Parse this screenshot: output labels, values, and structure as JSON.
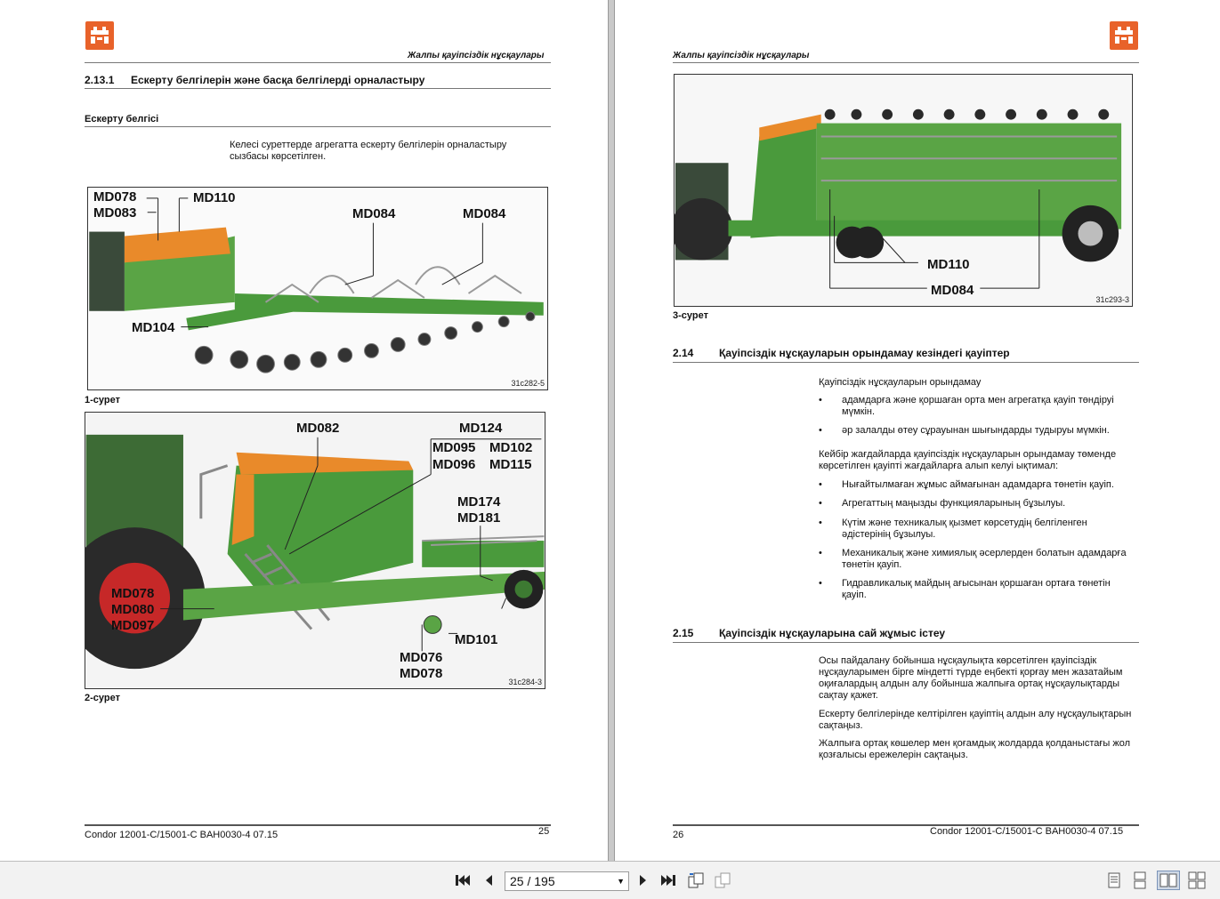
{
  "left_page": {
    "running_header": "Жалпы қауіпсіздік нұсқаулары",
    "section": {
      "number": "2.13.1",
      "title": "Ескерту белгілерін және басқа белгілерді орналастыру"
    },
    "subheading": "Ескерту белгісі",
    "intro": "Келесі суреттерде агрегатта ескерту белгілерін орналастыру сызбасы көрсетілген.",
    "figure1": {
      "caption": "1-сурет",
      "id": "31c282-5",
      "labels": [
        "MD078",
        "MD083",
        "MD110",
        "MD084",
        "MD084",
        "MD104"
      ]
    },
    "figure2": {
      "caption": "2-сурет",
      "id": "31c284-3",
      "labels": [
        "MD082",
        "MD124",
        "MD095",
        "MD102",
        "MD096",
        "MD115",
        "MD174",
        "MD181",
        "MD078",
        "MD080",
        "MD097",
        "MD101",
        "MD076",
        "MD078"
      ]
    },
    "footer": {
      "doc": "Condor 12001-C/15001-C  BAH0030-4  07.15",
      "page": "25"
    }
  },
  "right_page": {
    "running_header": "Жалпы қауіпсіздік нұсқаулары",
    "figure3": {
      "caption": "3-сурет",
      "id": "31c293-3",
      "labels": [
        "MD110",
        "MD084"
      ]
    },
    "section_214": {
      "number": "2.14",
      "title": "Қауіпсіздік нұсқауларын орындамау кезіндегі қауіптер",
      "intro": "Қауіпсіздік нұсқауларын орындамау",
      "bullets1": [
        "адамдарға және қоршаған орта мен агрегатқа қауіп төндіруі мүмкін.",
        "әр залалды өтеу сұрауынан шығындарды тудыруы мүмкін."
      ],
      "para2": "Кейбір жағдайларда қауіпсіздік нұсқауларын орындамау төменде көрсетілген қауіпті жағдайларға алып келуі ықтимал:",
      "bullets2": [
        "Нығайтылмаған жұмыс аймағынан адамдарға төнетін қауіп.",
        "Агрегаттың маңызды функцияларының бұзылуы.",
        "Күтім және техникалық қызмет көрсетудің белгіленген әдістерінің бұзылуы.",
        "Механикалық және химиялық әсерлерден болатын адамдарға төнетін қауіп.",
        "Гидравликалық майдың ағысынан қоршаған ортаға төнетін қауіп."
      ]
    },
    "section_215": {
      "number": "2.15",
      "title": "Қауіпсіздік нұсқауларына сай жұмыс істеу",
      "paras": [
        "Осы пайдалану бойынша нұсқаулықта көрсетілген қауіпсіздік нұсқауларымен бірге міндетті түрде еңбекті қорғау мен жазатайым оқиғалардың алдын алу бойынша жалпыға ортақ нұсқаулықтарды сақтау қажет.",
        "Ескерту белгілерінде келтірілген қауіптің алдын алу нұсқаулықтарын сақтаңыз.",
        "Жалпыға ортақ көшелер мен қоғамдық жолдарда қолданыстағы жол қозғалысы ережелерін сақтаңыз."
      ]
    },
    "footer": {
      "doc": "Condor 12001-C/15001-C  BAH0030-4  07.15",
      "page": "26"
    }
  },
  "toolbar": {
    "page_indicator": "25 / 195",
    "icons": [
      "first-page-icon",
      "prev-page-icon",
      "next-page-icon",
      "last-page-icon",
      "rotate-icon",
      "copy-icon",
      "single-page-view-icon",
      "continuous-view-icon",
      "two-page-view-icon",
      "two-page-continuous-view-icon"
    ]
  },
  "colors": {
    "brand_orange": "#e8622a",
    "machine_green": "#4a9a3c",
    "hopper_orange": "#e98a2a"
  }
}
